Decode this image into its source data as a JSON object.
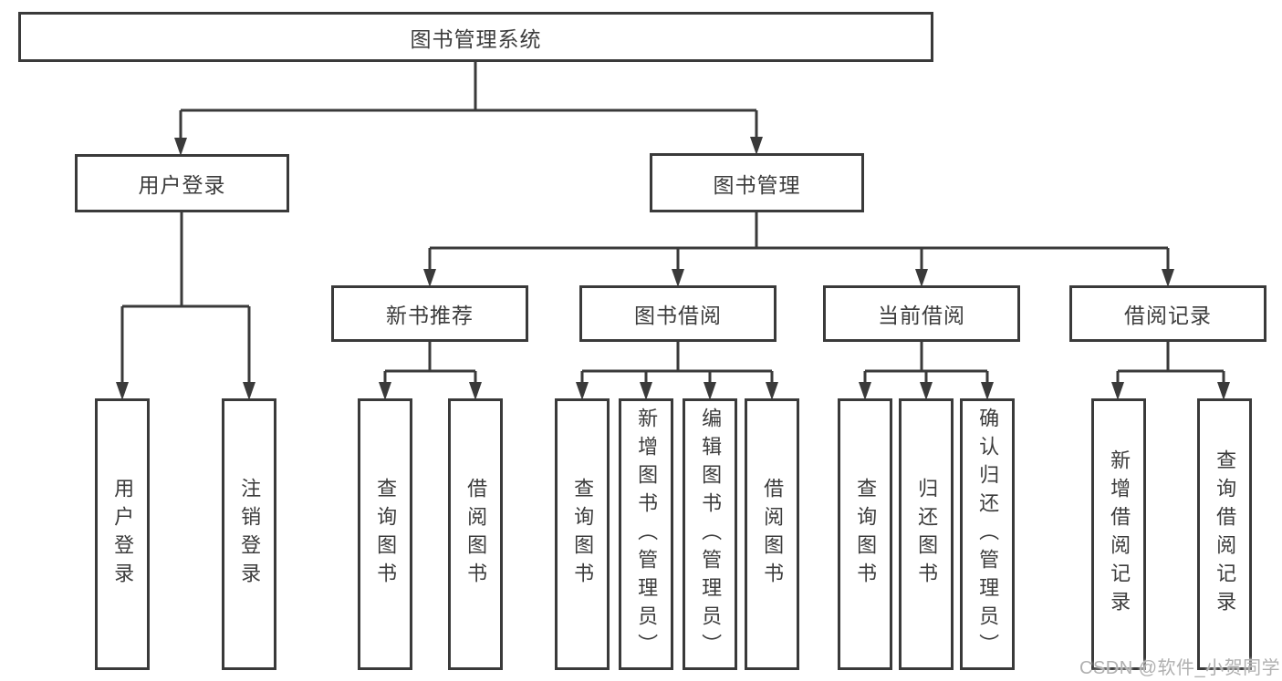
{
  "tree": {
    "label": "图书管理系统",
    "children": [
      {
        "label": "用户登录",
        "children": [
          {
            "label": "用户登录"
          },
          {
            "label": "注销登录"
          }
        ]
      },
      {
        "label": "图书管理",
        "children": [
          {
            "label": "新书推荐",
            "children": [
              {
                "label": "查询图书"
              },
              {
                "label": "借阅图书"
              }
            ]
          },
          {
            "label": "图书借阅",
            "children": [
              {
                "label": "查询图书"
              },
              {
                "label": "新增图书（管理员）"
              },
              {
                "label": "编辑图书（管理员）"
              },
              {
                "label": "借阅图书"
              }
            ]
          },
          {
            "label": "当前借阅",
            "children": [
              {
                "label": "查询图书"
              },
              {
                "label": "归还图书"
              },
              {
                "label": "确认归还（管理员）"
              }
            ]
          },
          {
            "label": "借阅记录",
            "children": [
              {
                "label": "新增借阅记录"
              },
              {
                "label": "查询借阅记录"
              }
            ]
          }
        ]
      }
    ]
  },
  "watermark": {
    "text": "CSDN @软件_小贺同学"
  },
  "colors": {
    "line": "#3a3a3a",
    "box_fill": "#ffffff",
    "text": "#3c3c3c",
    "background": "#ffffff",
    "watermark": "#b0b0b0"
  }
}
